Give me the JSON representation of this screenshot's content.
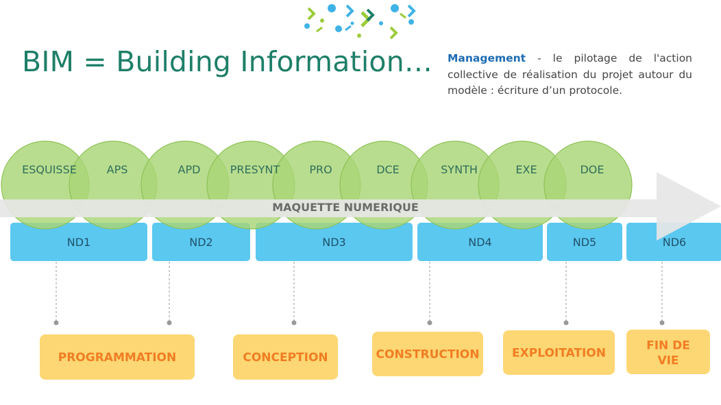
{
  "title": "BIM = Building Information…",
  "management": {
    "keyword": "Management",
    "text": " - le pilotage de l'action collective de réalisation du projet autour du modèle : écriture d’un protocole."
  },
  "colors": {
    "title": "#1e7f68",
    "keyword": "#1d6cb3",
    "circle_fill": "#a9d676",
    "circle_stroke": "#8dc255",
    "circle_text": "#2f6f5a",
    "arrow": "#e6e6e6",
    "arrow_text": "#6b6b6b",
    "nd_fill": "#5bc8f0",
    "nd_text": "#20526b",
    "stage_fill": "#fdd774",
    "stage_text": "#f07d23",
    "connector": "#999999"
  },
  "phases": [
    "ESQUISSE",
    "APS",
    "APD",
    "PRESYNT",
    "PRO",
    "DCE",
    "SYNTH",
    "EXE",
    "DOE"
  ],
  "maquette_label": "MAQUETTE NUMERIQUE",
  "nd_blocks": [
    "ND1",
    "ND2",
    "ND3",
    "ND4",
    "ND5",
    "ND6"
  ],
  "stages": [
    "PROGRAMMATION",
    "CONCEPTION",
    "CONSTRUCTION",
    "EXPLOITATION",
    "FIN DE VIE"
  ]
}
